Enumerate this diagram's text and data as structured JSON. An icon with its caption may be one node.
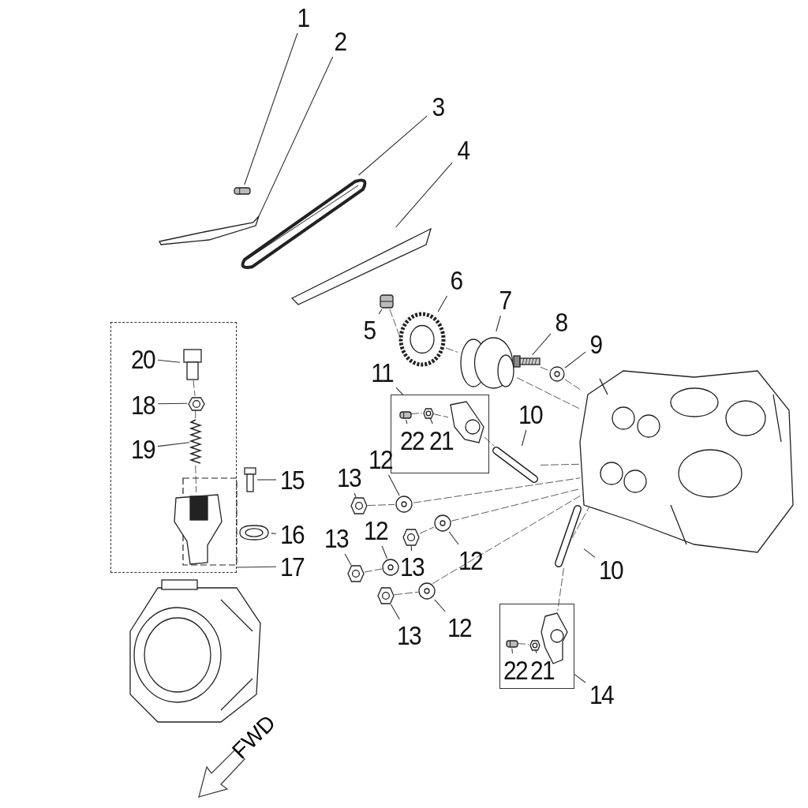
{
  "diagram": {
    "nodes": [
      {
        "text": [
          "1"
        ]
      },
      {
        "text": [],
        "shape": "picture"
      },
      {
        "text": [
          "2"
        ]
      },
      {
        "text": [],
        "shape": "picture"
      },
      {
        "text": [
          "3"
        ]
      },
      {
        "text": [],
        "shape": "picture"
      },
      {
        "text": [
          "4"
        ]
      },
      {
        "text": [],
        "shape": "picture"
      },
      {
        "text": [
          "5"
        ]
      },
      {
        "text": [],
        "shape": "picture"
      },
      {
        "text": [
          "6"
        ]
      },
      {
        "text": [],
        "shape": "picture"
      },
      {
        "text": [
          "7"
        ]
      },
      {
        "text": [],
        "shape": "picture"
      },
      {
        "text": [
          "8"
        ]
      },
      {
        "text": [],
        "shape": "picture"
      },
      {
        "text": [
          "9"
        ]
      },
      {
        "text": [],
        "shape": "picture"
      },
      {
        "text": [
          "11"
        ]
      },
      {
        "text": [],
        "shape": "box"
      },
      {
        "text": [
          "22"
        ],
        "in": 19
      },
      {
        "text": [],
        "shape": "picture",
        "in": 19
      },
      {
        "text": [
          "21"
        ],
        "in": 19
      },
      {
        "text": [],
        "shape": "picture",
        "in": 19
      },
      {
        "text": [
          "10"
        ]
      },
      {
        "text": [],
        "shape": "picture"
      },
      {
        "text": [],
        "shape": "box"
      },
      {
        "text": [
          "20"
        ],
        "in": 26
      },
      {
        "text": [],
        "shape": "picture",
        "in": 26
      },
      {
        "text": [
          "18"
        ],
        "in": 26
      },
      {
        "text": [],
        "shape": "picture",
        "in": 26
      },
      {
        "text": [
          "19"
        ],
        "in": 26
      },
      {
        "text": [],
        "shape": "picture",
        "in": 26
      },
      {
        "text": [
          "15"
        ]
      },
      {
        "text": [],
        "shape": "picture"
      },
      {
        "text": [
          "16"
        ]
      },
      {
        "text": [],
        "shape": "picture"
      },
      {
        "text": [
          "17"
        ]
      },
      {
        "text": [
          "13"
        ]
      },
      {
        "text": [],
        "shape": "picture"
      },
      {
        "text": [
          "12"
        ]
      },
      {
        "text": [],
        "shape": "picture"
      },
      {
        "text": [
          "12"
        ]
      },
      {
        "text": [],
        "shape": "picture"
      },
      {
        "text": [
          "13"
        ]
      },
      {
        "text": [],
        "shape": "picture"
      },
      {
        "text": [
          "13"
        ]
      },
      {
        "text": [],
        "shape": "picture"
      },
      {
        "text": [
          "12"
        ]
      },
      {
        "text": [],
        "shape": "picture"
      },
      {
        "text": [
          "13"
        ]
      },
      {
        "text": [],
        "shape": "picture"
      },
      {
        "text": [
          "12"
        ]
      },
      {
        "text": [],
        "shape": "picture"
      },
      {
        "text": [
          "10"
        ]
      },
      {
        "text": [],
        "shape": "picture"
      },
      {
        "text": [],
        "shape": "box"
      },
      {
        "text": [
          "22"
        ],
        "in": 56
      },
      {
        "text": [],
        "shape": "picture",
        "in": 56
      },
      {
        "text": [
          "21"
        ],
        "in": 56
      },
      {
        "text": [],
        "shape": "picture",
        "in": 56
      },
      {
        "text": [
          "14"
        ]
      },
      {
        "text": [],
        "shape": "picture"
      },
      {
        "text": [],
        "shape": "picture"
      },
      {
        "text": [],
        "shape": "picture",
        "in": 26
      },
      {
        "text": [],
        "shape": "picture",
        "in": 19
      },
      {
        "text": [],
        "shape": "picture",
        "in": 56
      }
    ],
    "edges": [
      {
        "from": 0,
        "to": 1,
        "arrow": "none"
      },
      {
        "from": 2,
        "to": 3,
        "arrow": "none"
      },
      {
        "from": 4,
        "to": 5,
        "arrow": "none"
      },
      {
        "from": 6,
        "to": 7,
        "arrow": "none"
      },
      {
        "from": 8,
        "to": 9,
        "arrow": "none"
      },
      {
        "from": 10,
        "to": 11,
        "arrow": "none"
      },
      {
        "from": 12,
        "to": 13,
        "arrow": "none"
      },
      {
        "from": 14,
        "to": 15,
        "arrow": "none"
      },
      {
        "from": 16,
        "to": 17,
        "arrow": "none"
      },
      {
        "from": 18,
        "to": 19,
        "arrow": "none"
      },
      {
        "from": 20,
        "to": 21,
        "arrow": "none"
      },
      {
        "from": 22,
        "to": 23,
        "arrow": "none"
      },
      {
        "from": 24,
        "to": 25,
        "arrow": "none"
      },
      {
        "from": 27,
        "to": 28,
        "arrow": "none"
      },
      {
        "from": 29,
        "to": 30,
        "arrow": "none"
      },
      {
        "from": 31,
        "to": 32,
        "arrow": "none"
      },
      {
        "from": 33,
        "to": 34,
        "arrow": "none"
      },
      {
        "from": 35,
        "to": 36,
        "arrow": "none"
      },
      {
        "from": 37,
        "to": 26,
        "arrow": "none"
      },
      {
        "from": 38,
        "to": 39,
        "arrow": "none"
      },
      {
        "from": 40,
        "to": 41,
        "arrow": "none"
      },
      {
        "from": 42,
        "to": 43,
        "arrow": "none"
      },
      {
        "from": 44,
        "to": 45,
        "arrow": "none"
      },
      {
        "from": 46,
        "to": 47,
        "arrow": "none"
      },
      {
        "from": 48,
        "to": 49,
        "arrow": "none"
      },
      {
        "from": 50,
        "to": 51,
        "arrow": "none"
      },
      {
        "from": 52,
        "to": 53,
        "arrow": "none"
      },
      {
        "from": 54,
        "to": 55,
        "arrow": "none"
      },
      {
        "from": 61,
        "to": 56,
        "arrow": "none"
      },
      {
        "from": 57,
        "to": 58,
        "arrow": "none"
      },
      {
        "from": 59,
        "to": 60,
        "arrow": "none"
      },
      {
        "from": 9,
        "to": 11,
        "arrow": "none",
        "style": "dashed"
      },
      {
        "from": 11,
        "to": 13,
        "arrow": "none",
        "style": "dashed"
      },
      {
        "from": 13,
        "to": 62,
        "arrow": "none",
        "style": "dashed"
      },
      {
        "from": 15,
        "to": 17,
        "arrow": "none",
        "style": "dashed"
      },
      {
        "from": 17,
        "to": 62,
        "arrow": "none",
        "style": "dashed"
      },
      {
        "from": 21,
        "to": 23,
        "arrow": "none",
        "style": "dashed"
      },
      {
        "from": 23,
        "to": 65,
        "arrow": "none",
        "style": "dashed"
      },
      {
        "from": 65,
        "to": 25,
        "arrow": "none",
        "style": "dashed"
      },
      {
        "from": 25,
        "to": 62,
        "arrow": "none",
        "style": "dashed"
      },
      {
        "from": 39,
        "to": 41,
        "arrow": "none",
        "style": "dashed"
      },
      {
        "from": 41,
        "to": 62,
        "arrow": "none",
        "style": "dashed"
      },
      {
        "from": 45,
        "to": 43,
        "arrow": "none",
        "style": "dashed"
      },
      {
        "from": 43,
        "to": 62,
        "arrow": "none",
        "style": "dashed"
      },
      {
        "from": 47,
        "to": 49,
        "arrow": "none",
        "style": "dashed"
      },
      {
        "from": 51,
        "to": 53,
        "arrow": "none",
        "style": "dashed"
      },
      {
        "from": 53,
        "to": 62,
        "arrow": "none",
        "style": "dashed"
      },
      {
        "from": 55,
        "to": 62,
        "arrow": "none",
        "style": "dashed"
      },
      {
        "from": 55,
        "to": 66,
        "arrow": "none",
        "style": "dashed"
      },
      {
        "from": 58,
        "to": 60,
        "arrow": "none",
        "style": "dashed"
      },
      {
        "from": 28,
        "to": 30,
        "arrow": "none",
        "style": "dashed"
      },
      {
        "from": 30,
        "to": 32,
        "arrow": "none",
        "style": "dashed"
      },
      {
        "from": 32,
        "to": 64,
        "arrow": "none",
        "style": "dashed"
      }
    ],
    "labels": [
      "FWD"
    ]
  }
}
